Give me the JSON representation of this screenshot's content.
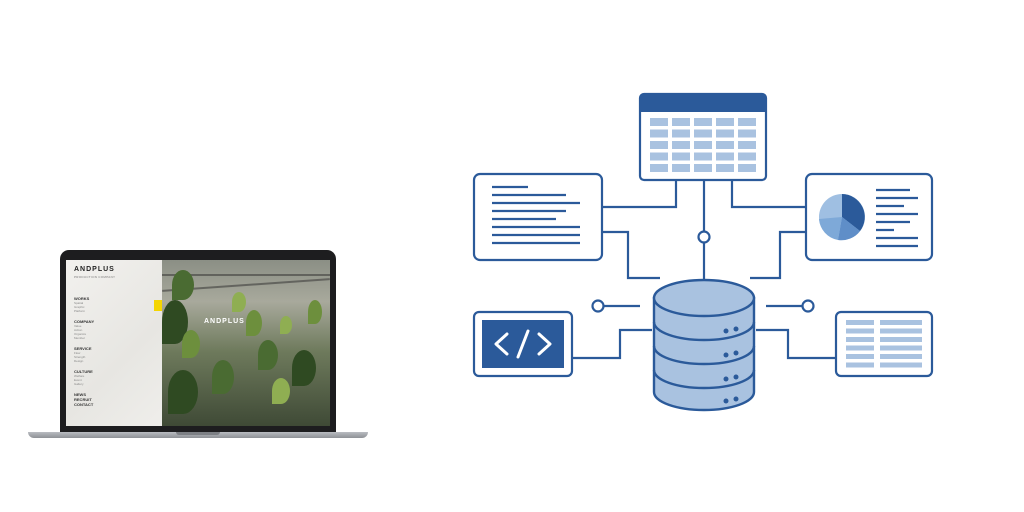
{
  "site": {
    "logo": "ANDPLUS",
    "tagline": "PRODUCTION COMPANY",
    "hero_logo": "ANDPLUS",
    "nav": [
      {
        "label": "WORKS",
        "subs": [
          "Spatial",
          "Graphic",
          "Platform"
        ]
      },
      {
        "label": "COMPANY",
        "subs": [
          "Value",
          "Action",
          "Organize",
          "Member"
        ]
      },
      {
        "label": "SERVICE",
        "subs": [
          "Flow",
          "Strength",
          "Design"
        ]
      },
      {
        "label": "CULTURE",
        "subs": [
          "Welfare",
          "Event",
          "Gallery"
        ]
      },
      {
        "label": "NEWS",
        "subs": []
      },
      {
        "label": "RECRUIT",
        "subs": []
      },
      {
        "label": "CONTACT",
        "subs": []
      }
    ]
  },
  "diagram": {
    "code_icon": "code-brackets-icon",
    "pie_icon": "pie-chart-icon",
    "database_icon": "database-icon",
    "accent_color": "#2b5a9a",
    "fill_color": "#a9c2e0",
    "light_fill": "#dde8f4"
  }
}
